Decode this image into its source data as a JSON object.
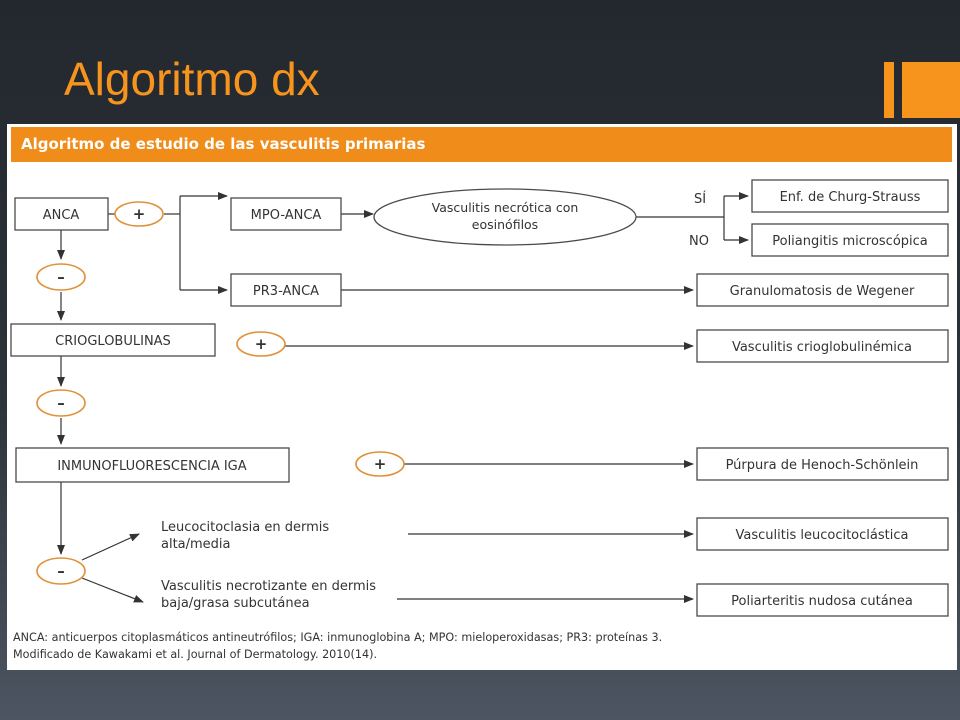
{
  "slide": {
    "title": "Algoritmo dx"
  },
  "figure": {
    "title": "Algoritmo de estudio de las vasculitis primarias",
    "nodes": {
      "anca": "ANCA",
      "mpo_anca": "MPO-ANCA",
      "pr3_anca": "PR3-ANCA",
      "vasculitis_necrotica_l1": "Vasculitis necrótica con",
      "vasculitis_necrotica_l2": "eosinófilos",
      "churg_strauss": "Enf. de Churg-Strauss",
      "poliangitis": "Poliangitis microscópica",
      "wegener": "Granulomatosis de Wegener",
      "crioglobulinas": "CRIOGLOBULINAS",
      "vasc_crio": "Vasculitis crioglobulinémica",
      "inmuno_iga": "INMUNOFLUORESCENCIA IGA",
      "henoch": "Púrpura de Henoch-Schönlein",
      "leucocitoclasia_l1": "Leucocitoclasia en dermis",
      "leucocitoclasia_l2": "alta/media",
      "vasc_necrotizante_l1": "Vasculitis necrotizante en dermis",
      "vasc_necrotizante_l2": "baja/grasa subcutánea",
      "vasc_leuco": "Vasculitis leucocitoclástica",
      "poliarteritis": "Poliarteritis nudosa cutánea"
    },
    "labels": {
      "si": "SÍ",
      "no": "NO",
      "plus": "+",
      "minus": "–"
    },
    "footnote": {
      "line1": "ANCA: anticuerpos citoplasmáticos antineutrófilos; IGA: inmunoglobina A; MPO: mieloperoxidasas; PR3: proteínas 3.",
      "line2": "Modificado de Kawakami et al. Journal of Dermatology. 2010(14)."
    }
  }
}
